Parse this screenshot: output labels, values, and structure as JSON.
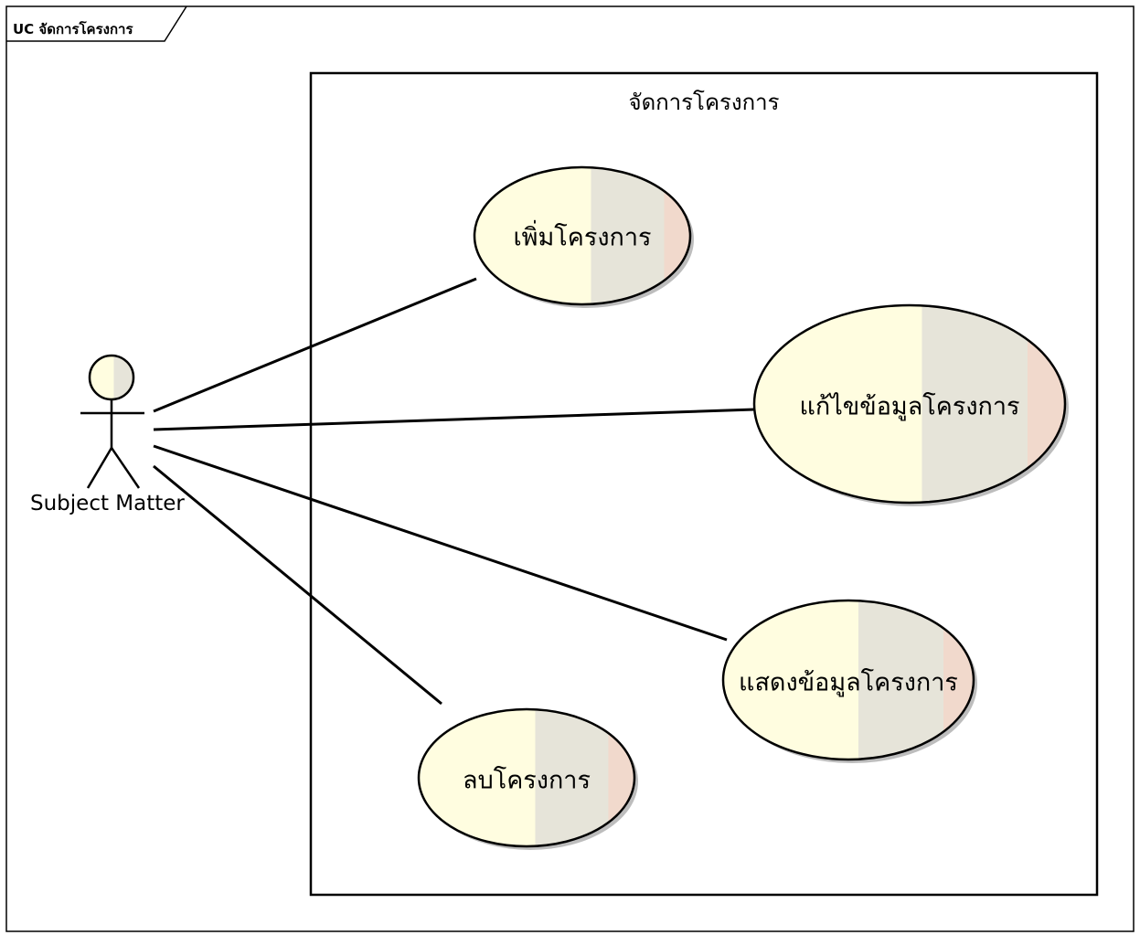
{
  "frame": {
    "label": "UC จัดการโครงการ"
  },
  "system": {
    "title": "จัดการโครงการ"
  },
  "actor": {
    "name": "Subject Matter"
  },
  "use_cases": [
    {
      "id": "add",
      "label": "เพิ่มโครงการ"
    },
    {
      "id": "edit",
      "label": "แก้ไขข้อมูลโครงการ"
    },
    {
      "id": "show",
      "label": "แสดงข้อมูลโครงการ"
    },
    {
      "id": "delete",
      "label": "ลบโครงการ"
    }
  ],
  "colors": {
    "ellipse_left": "#fffde0",
    "ellipse_right": "#e6e4d9",
    "ellipse_accent": "#f1d9cc",
    "shadow": "#bdbdbd",
    "line": "#000000"
  }
}
